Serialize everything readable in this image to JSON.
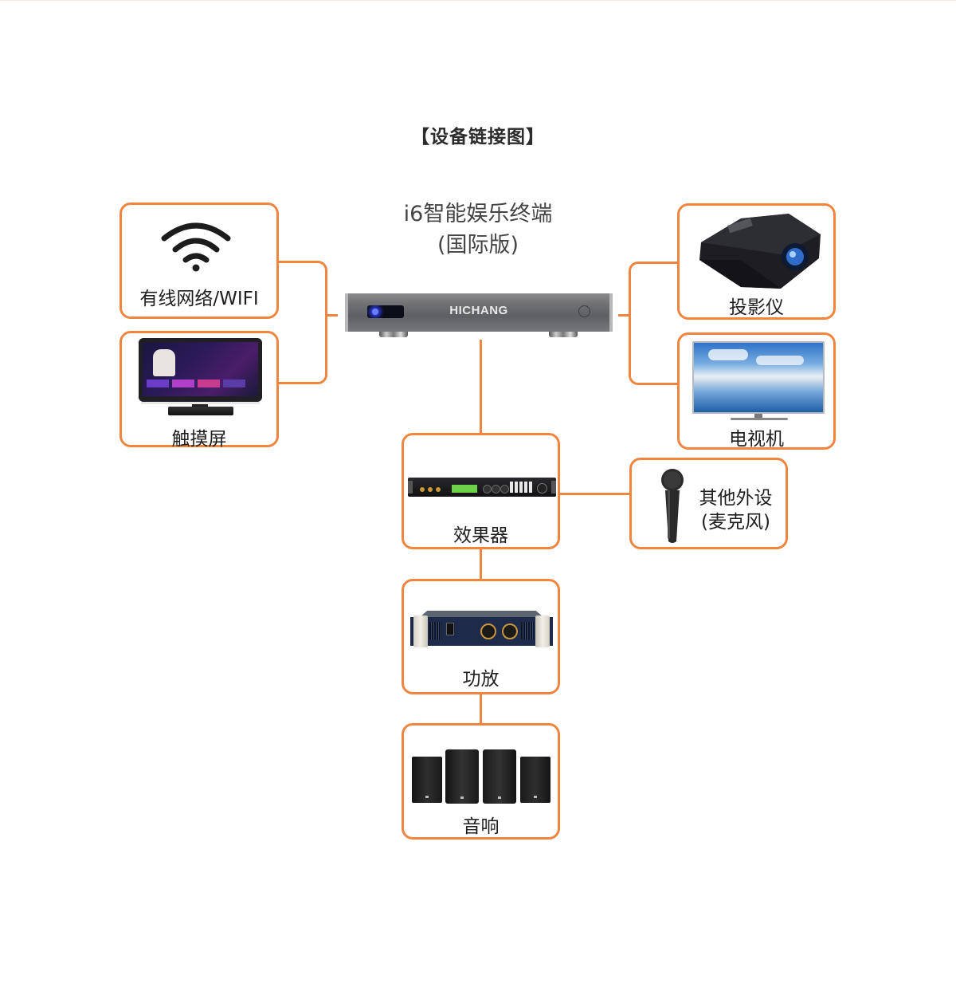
{
  "page": {
    "title": "【设备链接图】"
  },
  "center_device": {
    "name_line1": "i6智能娱乐终端",
    "name_line2": "(国际版)",
    "brand": "HICHANG"
  },
  "left_devices": [
    {
      "label": "有线网络/WIFI",
      "icon": "wifi-icon"
    },
    {
      "label": "触摸屏",
      "icon": "touch-screen-image"
    }
  ],
  "right_devices": [
    {
      "label": "投影仪",
      "icon": "projector-image"
    },
    {
      "label": "电视机",
      "icon": "tv-image"
    }
  ],
  "chain_devices": [
    {
      "label": "效果器",
      "icon": "effects-processor-image"
    },
    {
      "label": "功放",
      "icon": "amplifier-image"
    },
    {
      "label": "音响",
      "icon": "speakers-image"
    }
  ],
  "peripheral": {
    "label_line1": "其他外设",
    "label_line2": "(麦克风)",
    "icon": "microphone-image"
  },
  "colors": {
    "accent": "#f0853f",
    "text": "#222222"
  }
}
